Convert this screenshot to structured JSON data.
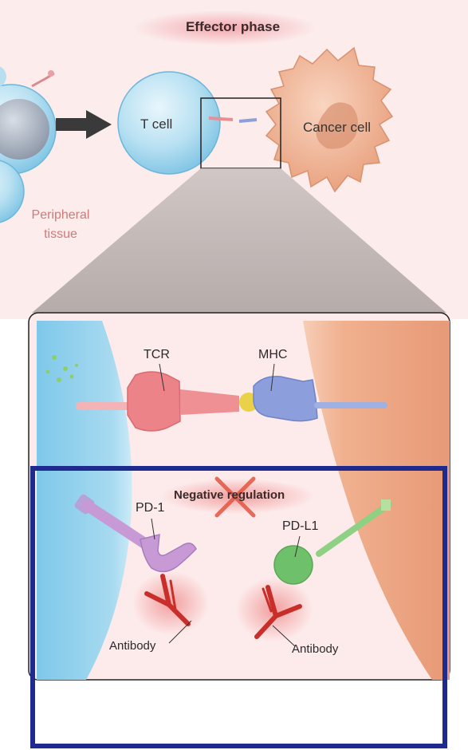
{
  "labels": {
    "phase_title": "Effector phase",
    "t_cell": "T cell",
    "cancer_cell": "Cancer cell",
    "peripheral_tissue_line1": "Peripheral",
    "peripheral_tissue_line2": "tissue",
    "tcr": "TCR",
    "mhc": "MHC",
    "negative_regulation": "Negative regulation",
    "pd1": "PD-1",
    "pdl1": "PD-L1",
    "antibody_left": "Antibody",
    "antibody_right": "Antibody"
  },
  "colors": {
    "highlight_border": "#1f2a8f",
    "t_cell_blue": "#8fcbe8",
    "cancer_orange": "#f0b89a",
    "background_pink": "#fcebeb",
    "pd1_purple": "#c79ad6",
    "pdl1_green": "#6fc06a",
    "antibody_red": "#d0302a",
    "tcr_pink": "#f08d92",
    "mhc_blue": "#8c9fdc",
    "peripheral_text": "#d07a78"
  }
}
